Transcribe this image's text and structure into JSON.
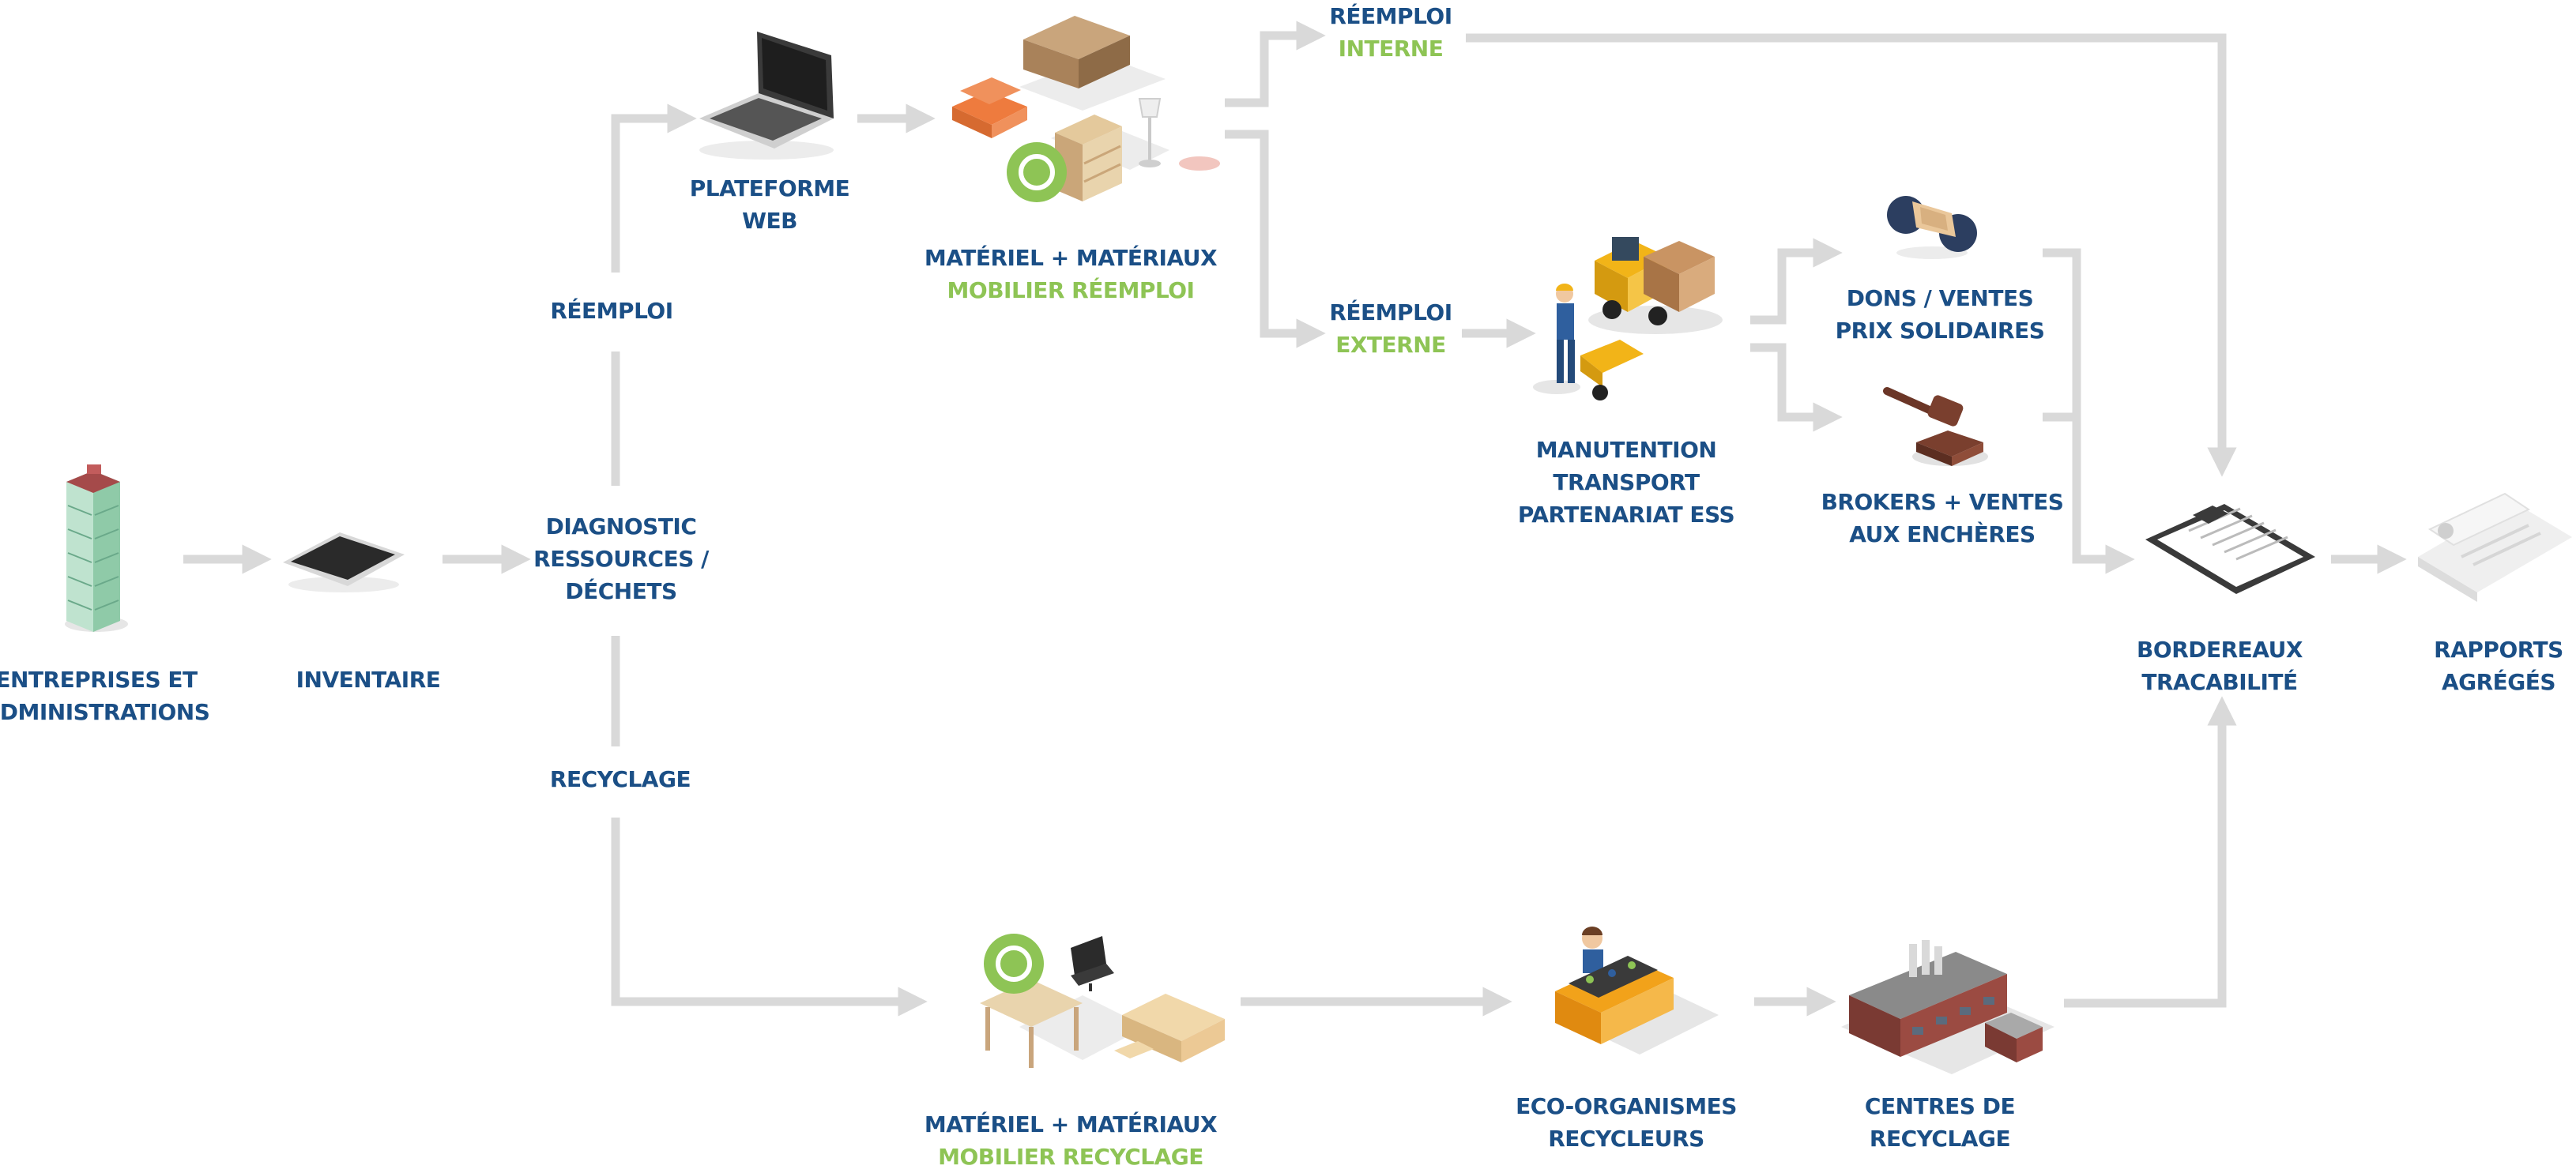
{
  "colors": {
    "primary_text": "#1b4f86",
    "accent_text": "#8ec455",
    "arrow": "#d9d9d9"
  },
  "nodes": {
    "entreprises": {
      "line1": "ENTREPRISES ET",
      "line2": "ADMINISTRATIONS",
      "icon": "office-tower-icon"
    },
    "inventaire": {
      "line1": "INVENTAIRE",
      "icon": "tablet-icon"
    },
    "diagnostic": {
      "line1": "DIAGNOSTIC",
      "line2": "RESSOURCES /",
      "line3": "DÉCHETS"
    },
    "plateforme": {
      "line1": "PLATEFORME",
      "line2": "WEB",
      "icon": "laptop-icon"
    },
    "materiel_reemploi": {
      "line1": "MATÉRIEL + MATÉRIAUX",
      "line2": "MOBILIER RÉEMPLOI",
      "icon": "furniture-reuse-icon"
    },
    "reemploi_interne": {
      "line1": "RÉEMPLOI",
      "line2": "INTERNE"
    },
    "reemploi_externe": {
      "line1": "RÉEMPLOI",
      "line2": "EXTERNE"
    },
    "manutention": {
      "line1": "MANUTENTION",
      "line2": "TRANSPORT",
      "line3": "PARTENARIAT ESS",
      "icon": "forklift-worker-icon"
    },
    "dons": {
      "line1": "DONS / VENTES",
      "line2": "PRIX SOLIDAIRES",
      "icon": "handshake-icon"
    },
    "brokers": {
      "line1": "BROKERS + VENTES",
      "line2": "AUX ENCHÈRES",
      "icon": "gavel-icon"
    },
    "bordereaux": {
      "line1": "BORDEREAUX",
      "line2": "TRACABILITÉ",
      "icon": "clipboard-icon"
    },
    "rapports": {
      "line1": "RAPPORTS",
      "line2": "AGRÉGÉS",
      "icon": "report-document-icon"
    },
    "materiel_recyclage": {
      "line1": "MATÉRIEL + MATÉRIAUX",
      "line2": "MOBILIER RECYCLAGE",
      "icon": "furniture-recycle-icon"
    },
    "eco_organismes": {
      "line1": "ECO-ORGANISMES",
      "line2": "RECYCLEURS",
      "icon": "sorting-worker-icon"
    },
    "centres": {
      "line1": "CENTRES DE",
      "line2": "RECYCLAGE",
      "icon": "factory-icon"
    }
  },
  "branches": {
    "reemploi": "RÉEMPLOI",
    "recyclage": "RECYCLAGE"
  }
}
